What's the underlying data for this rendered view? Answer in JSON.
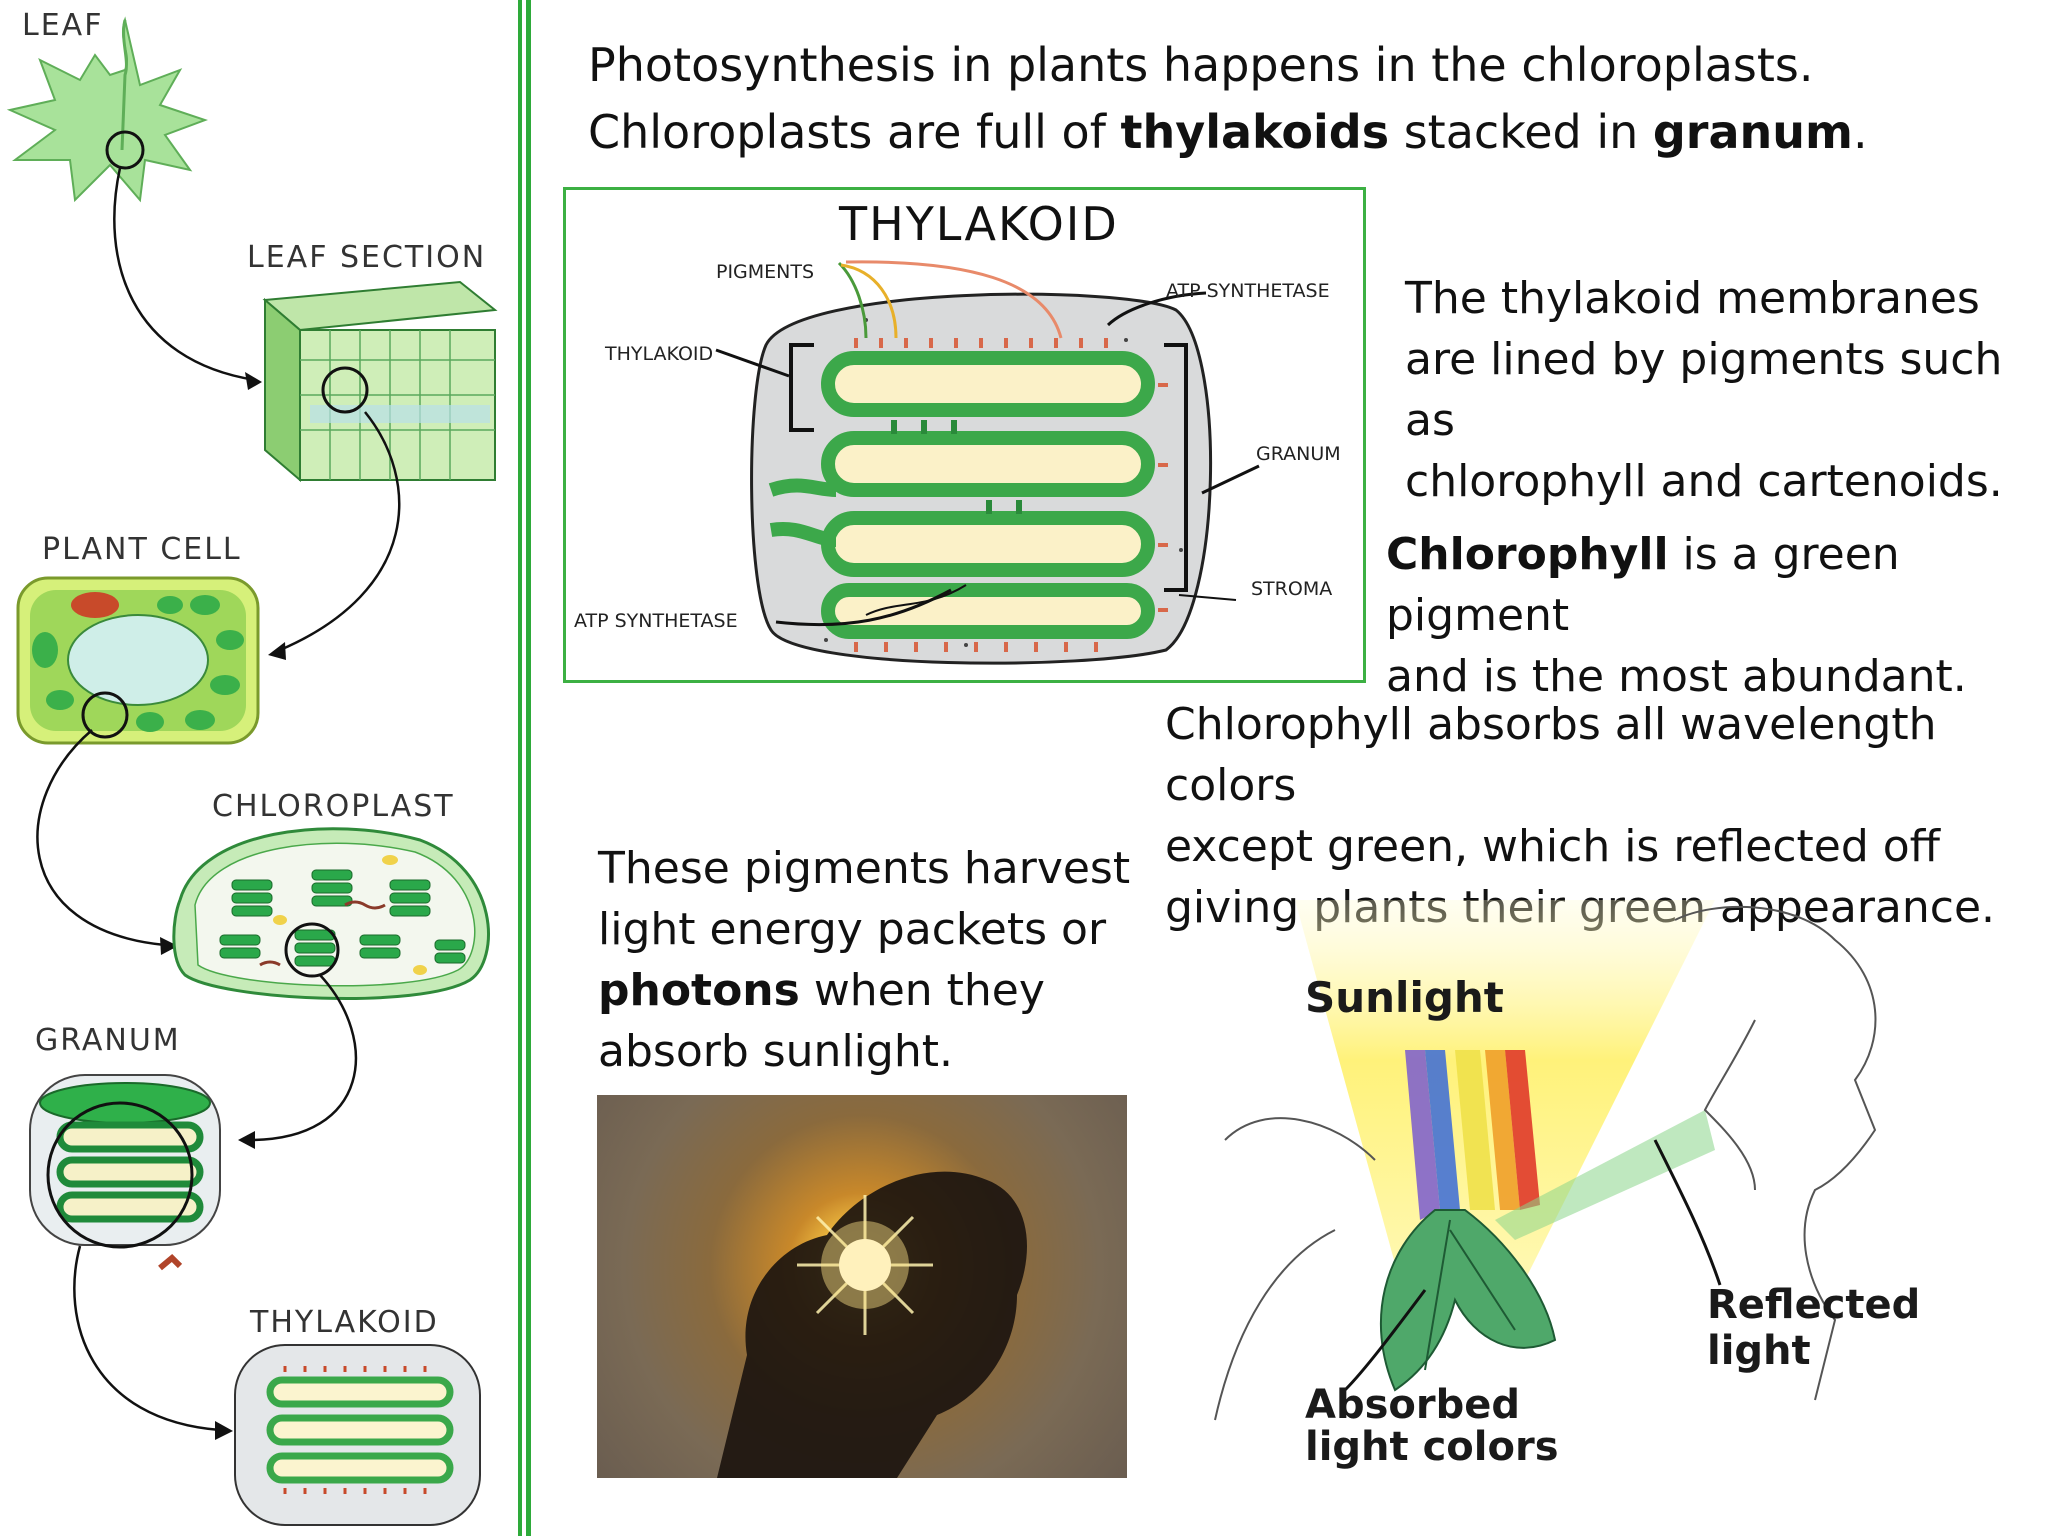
{
  "header": {
    "line1": "Photosynthesis in plants happens in the chloroplasts.",
    "line2_a": "Chloroplasts are full of ",
    "line2_b": "thylakoids",
    "line2_c": " stacked in ",
    "line2_d": "granum",
    "line2_e": "."
  },
  "left_diagram": {
    "labels": {
      "leaf": "LEAF",
      "leaf_section": "LEAF SECTION",
      "plant_cell": "PLANT CELL",
      "chloroplast": "CHLOROPLAST",
      "granum": "GRANUM",
      "thylakoid": "THYLAKOID"
    }
  },
  "thylakoid_diagram": {
    "title": "THYLAKOID",
    "labels": {
      "pigments": "PIGMENTS",
      "thylakoid": "THYLAKOID",
      "atp_top": "ATP SYNTHETASE",
      "granum": "GRANUM",
      "stroma": "STROMA",
      "atp_bottom": "ATP SYNTHETASE"
    }
  },
  "texts": {
    "membranes": [
      "The thylakoid membranes",
      "are lined by pigments such as",
      "chlorophyll and cartenoids."
    ],
    "chlorophyll_a": "Chlorophyll",
    "chlorophyll_b": " is a green pigment",
    "chlorophyll_c": "and is the most abundant.",
    "absorbs": [
      "Chlorophyll absorbs all wavelength colors",
      "except green, which is reflected off",
      "giving plants their green appearance."
    ],
    "pigments_1": "These pigments harvest",
    "pigments_2": "light energy packets or",
    "pigments_3a": "photons",
    "pigments_3b": " when they",
    "pigments_4": "absorb sunlight."
  },
  "illustration": {
    "sunlight": "Sunlight",
    "reflected_1": "Reflected",
    "reflected_2": "light",
    "absorbed_1": "Absorbed",
    "absorbed_2": "light colors"
  },
  "colors": {
    "accent_green": "#2eaa3a",
    "leaf_green": "#8fd47a",
    "dark_green": "#2a9a40"
  }
}
